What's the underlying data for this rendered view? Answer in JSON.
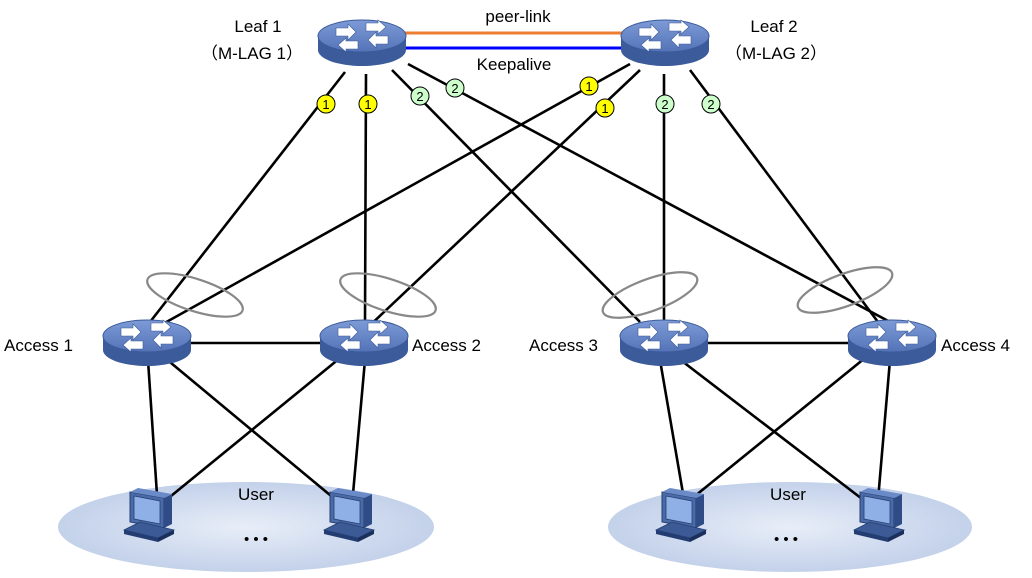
{
  "leaves": [
    {
      "name": "Leaf 1",
      "role": "（M-LAG 1）"
    },
    {
      "name": "Leaf 2",
      "role": "（M-LAG 2）"
    }
  ],
  "inter_leaf_links": {
    "peer_link": {
      "label": "peer-link",
      "color": "#ed7d31"
    },
    "keepalive": {
      "label": "Keepalive",
      "color": "#0000ff"
    }
  },
  "access_switches": [
    "Access 1",
    "Access 2",
    "Access 3",
    "Access 4"
  ],
  "user_groups": [
    {
      "label": "User",
      "ellipsis": "• • •"
    },
    {
      "label": "User",
      "ellipsis": "• • •"
    }
  ],
  "group_badges": {
    "group1": {
      "label": "1",
      "color": "#ffff00"
    },
    "group2": {
      "label": "2",
      "color": "#ccffcc"
    }
  },
  "colors": {
    "switch_top": "#5b7fc5",
    "switch_side": "#3f5e9e",
    "user_area": "#c7d4ea",
    "link": "#000000",
    "aggregation_ring": "#888888"
  },
  "icons": [
    "switch-icon",
    "pc-icon"
  ]
}
